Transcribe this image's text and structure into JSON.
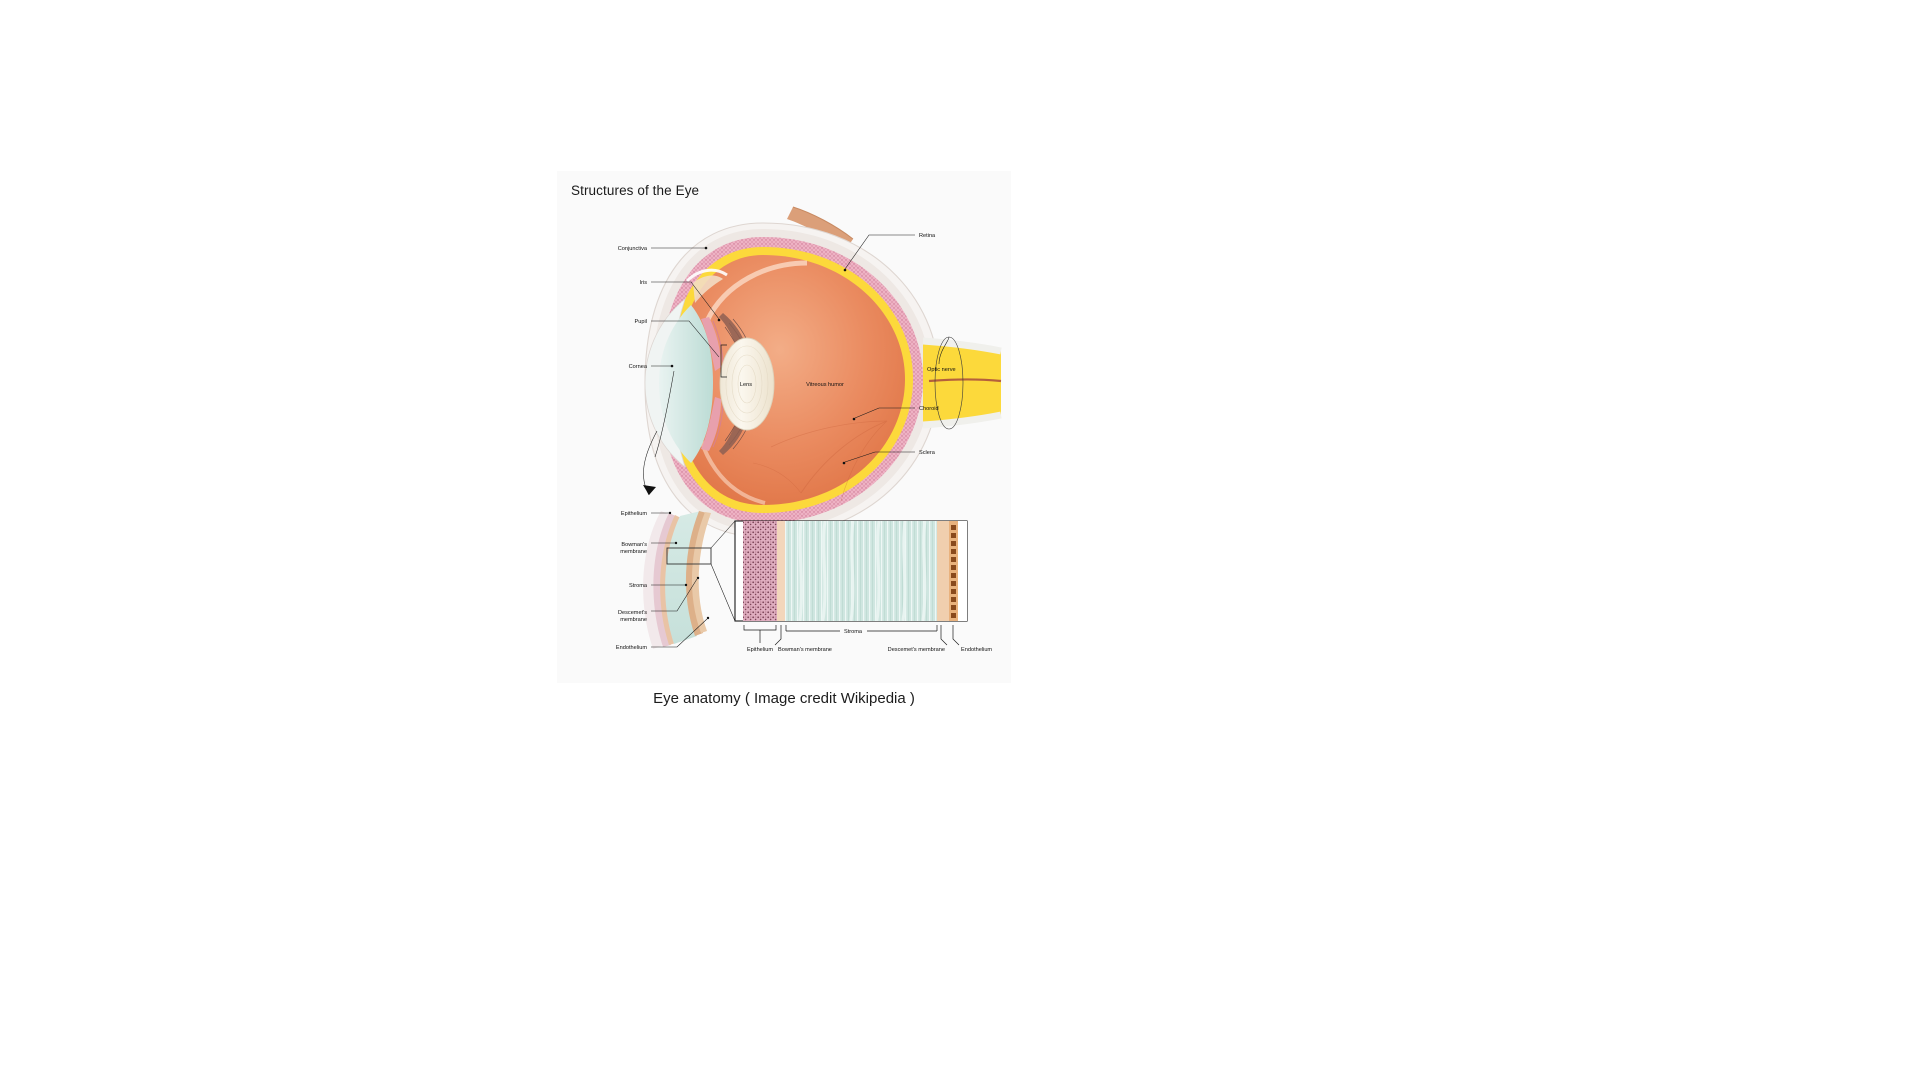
{
  "figure": {
    "title": "Structures of the Eye",
    "caption": "Eye anatomy ( Image credit Wikipedia )",
    "background_color": "#fafafa",
    "page_background_color": "#ffffff"
  },
  "eye_diagram": {
    "name": "eye-cross-section",
    "labels_left": [
      {
        "id": "conjunctiva",
        "text": "Conjunctiva"
      },
      {
        "id": "iris",
        "text": "Iris"
      },
      {
        "id": "pupil",
        "text": "Pupil"
      },
      {
        "id": "cornea",
        "text": "Cornea"
      }
    ],
    "labels_right": [
      {
        "id": "retina",
        "text": "Retina"
      },
      {
        "id": "optic-nerve",
        "text": "Optic nerve"
      },
      {
        "id": "choroid",
        "text": "Choroid"
      },
      {
        "id": "sclera",
        "text": "Sclera"
      }
    ],
    "labels_inner": [
      {
        "id": "lens",
        "text": "Lens"
      },
      {
        "id": "vitreous-humor",
        "text": "Vitreous humor"
      }
    ],
    "colors": {
      "vitreous": "#e8825a",
      "vitreous_light": "#f0a982",
      "retina_yellow": "#fcd93b",
      "choroid_pink": "#e9a7bd",
      "sclera_white": "#f3efec",
      "cornea_teal": "#cfe4df",
      "lens_cream": "#f7f2e6",
      "iris_pink": "#e8a0ad",
      "muscle_tan": "#d99a72"
    }
  },
  "cornea_diagram": {
    "name": "cornea-cross-section",
    "labels_left": [
      {
        "id": "epithelium",
        "text": "Epithelium"
      },
      {
        "id": "bowmans-membrane",
        "line1": "Bowman's",
        "line2": "membrane"
      },
      {
        "id": "stroma",
        "text": "Stroma"
      },
      {
        "id": "descemets-membrane",
        "line1": "Descemet's",
        "line2": "membrane"
      },
      {
        "id": "endothelium",
        "text": "Endothelium"
      }
    ],
    "colors": {
      "stroma_teal": "#cfe6e0",
      "epithelium_pink": "#e3bcc9",
      "bowman_tan": "#e9c3a5",
      "descemet_tan": "#d9a77e"
    }
  },
  "magnified_panel": {
    "name": "cornea-layers-magnified",
    "stroma_label": "Stroma",
    "bottom_labels": [
      {
        "id": "epithelium",
        "text": "Epithelium"
      },
      {
        "id": "bowmans-membrane",
        "text": "Bowman's membrane"
      },
      {
        "id": "descemets-membrane",
        "text": "Descemet's membrane"
      },
      {
        "id": "endothelium",
        "text": "Endothelium"
      }
    ],
    "colors": {
      "epithelium": "#e0aec0",
      "bowman": "#f3d6bb",
      "stroma": "#cfe6e0",
      "descemet": "#eec9a8",
      "endothelium": "#d98f57",
      "border": "#1a1a1a"
    }
  }
}
